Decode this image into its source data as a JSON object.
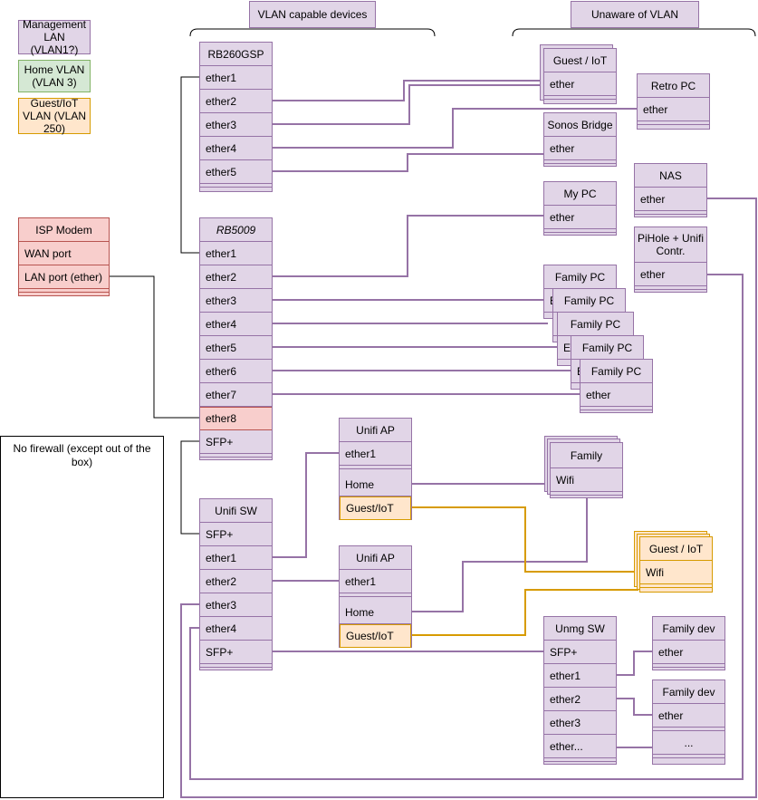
{
  "legend": {
    "management": "Management LAN (VLAN1?)",
    "home": "Home VLAN (VLAN 3)",
    "guest": "Guest/IoT VLAN (VLAN 250)"
  },
  "sections": {
    "vlan_capable": "VLAN capable devices",
    "unaware": "Unaware of VLAN"
  },
  "note": "No firewall (except out of the box)",
  "isp": {
    "title": "ISP Modem",
    "wan": "WAN port",
    "lan": "LAN port (ether)"
  },
  "rb260": {
    "title": "RB260GSP",
    "ports": [
      "ether1",
      "ether2",
      "ether3",
      "ether4",
      "ether5"
    ]
  },
  "rb5009": {
    "title": "RB5009",
    "ports": [
      "ether1",
      "ether2",
      "ether3",
      "ether4",
      "ether5",
      "ether6",
      "ether7",
      "ether8",
      "SFP+"
    ]
  },
  "unifi_sw": {
    "title": "Unifi SW",
    "ports": [
      "SFP+",
      "ether1",
      "ether2",
      "ether3",
      "ether4",
      "SFP+"
    ]
  },
  "ap1": {
    "title": "Unifi AP",
    "port": "ether1",
    "home": "Home",
    "guest": "Guest/IoT"
  },
  "ap2": {
    "title": "Unifi AP",
    "port": "ether1",
    "home": "Home",
    "guest": "Guest/IoT"
  },
  "guest_iot": {
    "title": "Guest / IoT",
    "port": "ether"
  },
  "retro_pc": {
    "title": "Retro PC",
    "port": "ether"
  },
  "sonos": {
    "title": "Sonos Bridge",
    "port": "ether"
  },
  "nas": {
    "title": "NAS",
    "port": "ether"
  },
  "my_pc": {
    "title": "My PC",
    "port": "ether"
  },
  "pihole": {
    "title": "PiHole + Unifi Contr.",
    "port": "ether"
  },
  "family_pc": {
    "title": "Family PC",
    "port": "ether",
    "peek": "E"
  },
  "family_wifi": {
    "title": "Family",
    "port": "Wifi"
  },
  "guest_wifi": {
    "title": "Guest / IoT",
    "port": "Wifi"
  },
  "unmg_sw": {
    "title": "Unmg SW",
    "ports": [
      "SFP+",
      "ether1",
      "ether2",
      "ether3",
      "ether..."
    ]
  },
  "family_dev1": {
    "title": "Family dev",
    "port": "ether"
  },
  "family_dev2": {
    "title": "Family dev",
    "port": "ether",
    "more": "..."
  },
  "colors": {
    "link": "#9673a6",
    "guest_link": "#d79b00",
    "wire": "#000000"
  }
}
